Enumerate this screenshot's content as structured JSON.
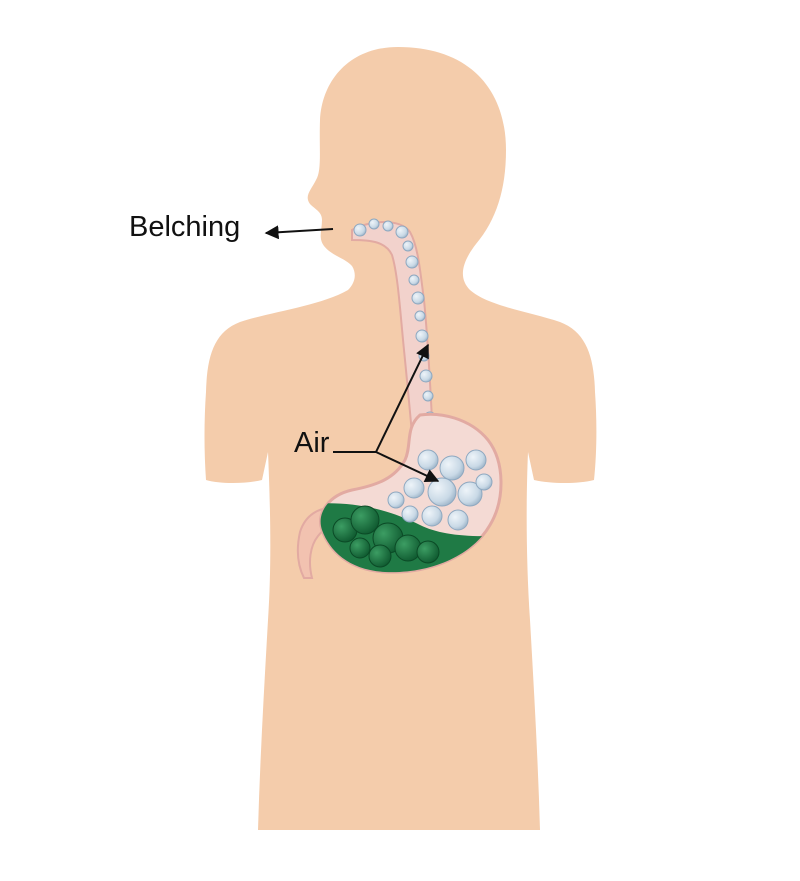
{
  "labels": {
    "belching": "Belching",
    "air": "Air"
  },
  "colors": {
    "body_skin": "#f4ccab",
    "esophagus": "#f2d2cc",
    "esophagus_outline": "#e2aaa2",
    "air_bubble": "#c9d9e6",
    "air_bubble_outline": "#8ea8c0",
    "stomach_contents": "#1f7a45",
    "stomach_contents_dark": "#0f5a30",
    "arrow": "#111111"
  },
  "icons": {
    "body": "human-torso-silhouette",
    "organ": "esophagus-and-stomach",
    "arrows": "arrow-icon"
  }
}
